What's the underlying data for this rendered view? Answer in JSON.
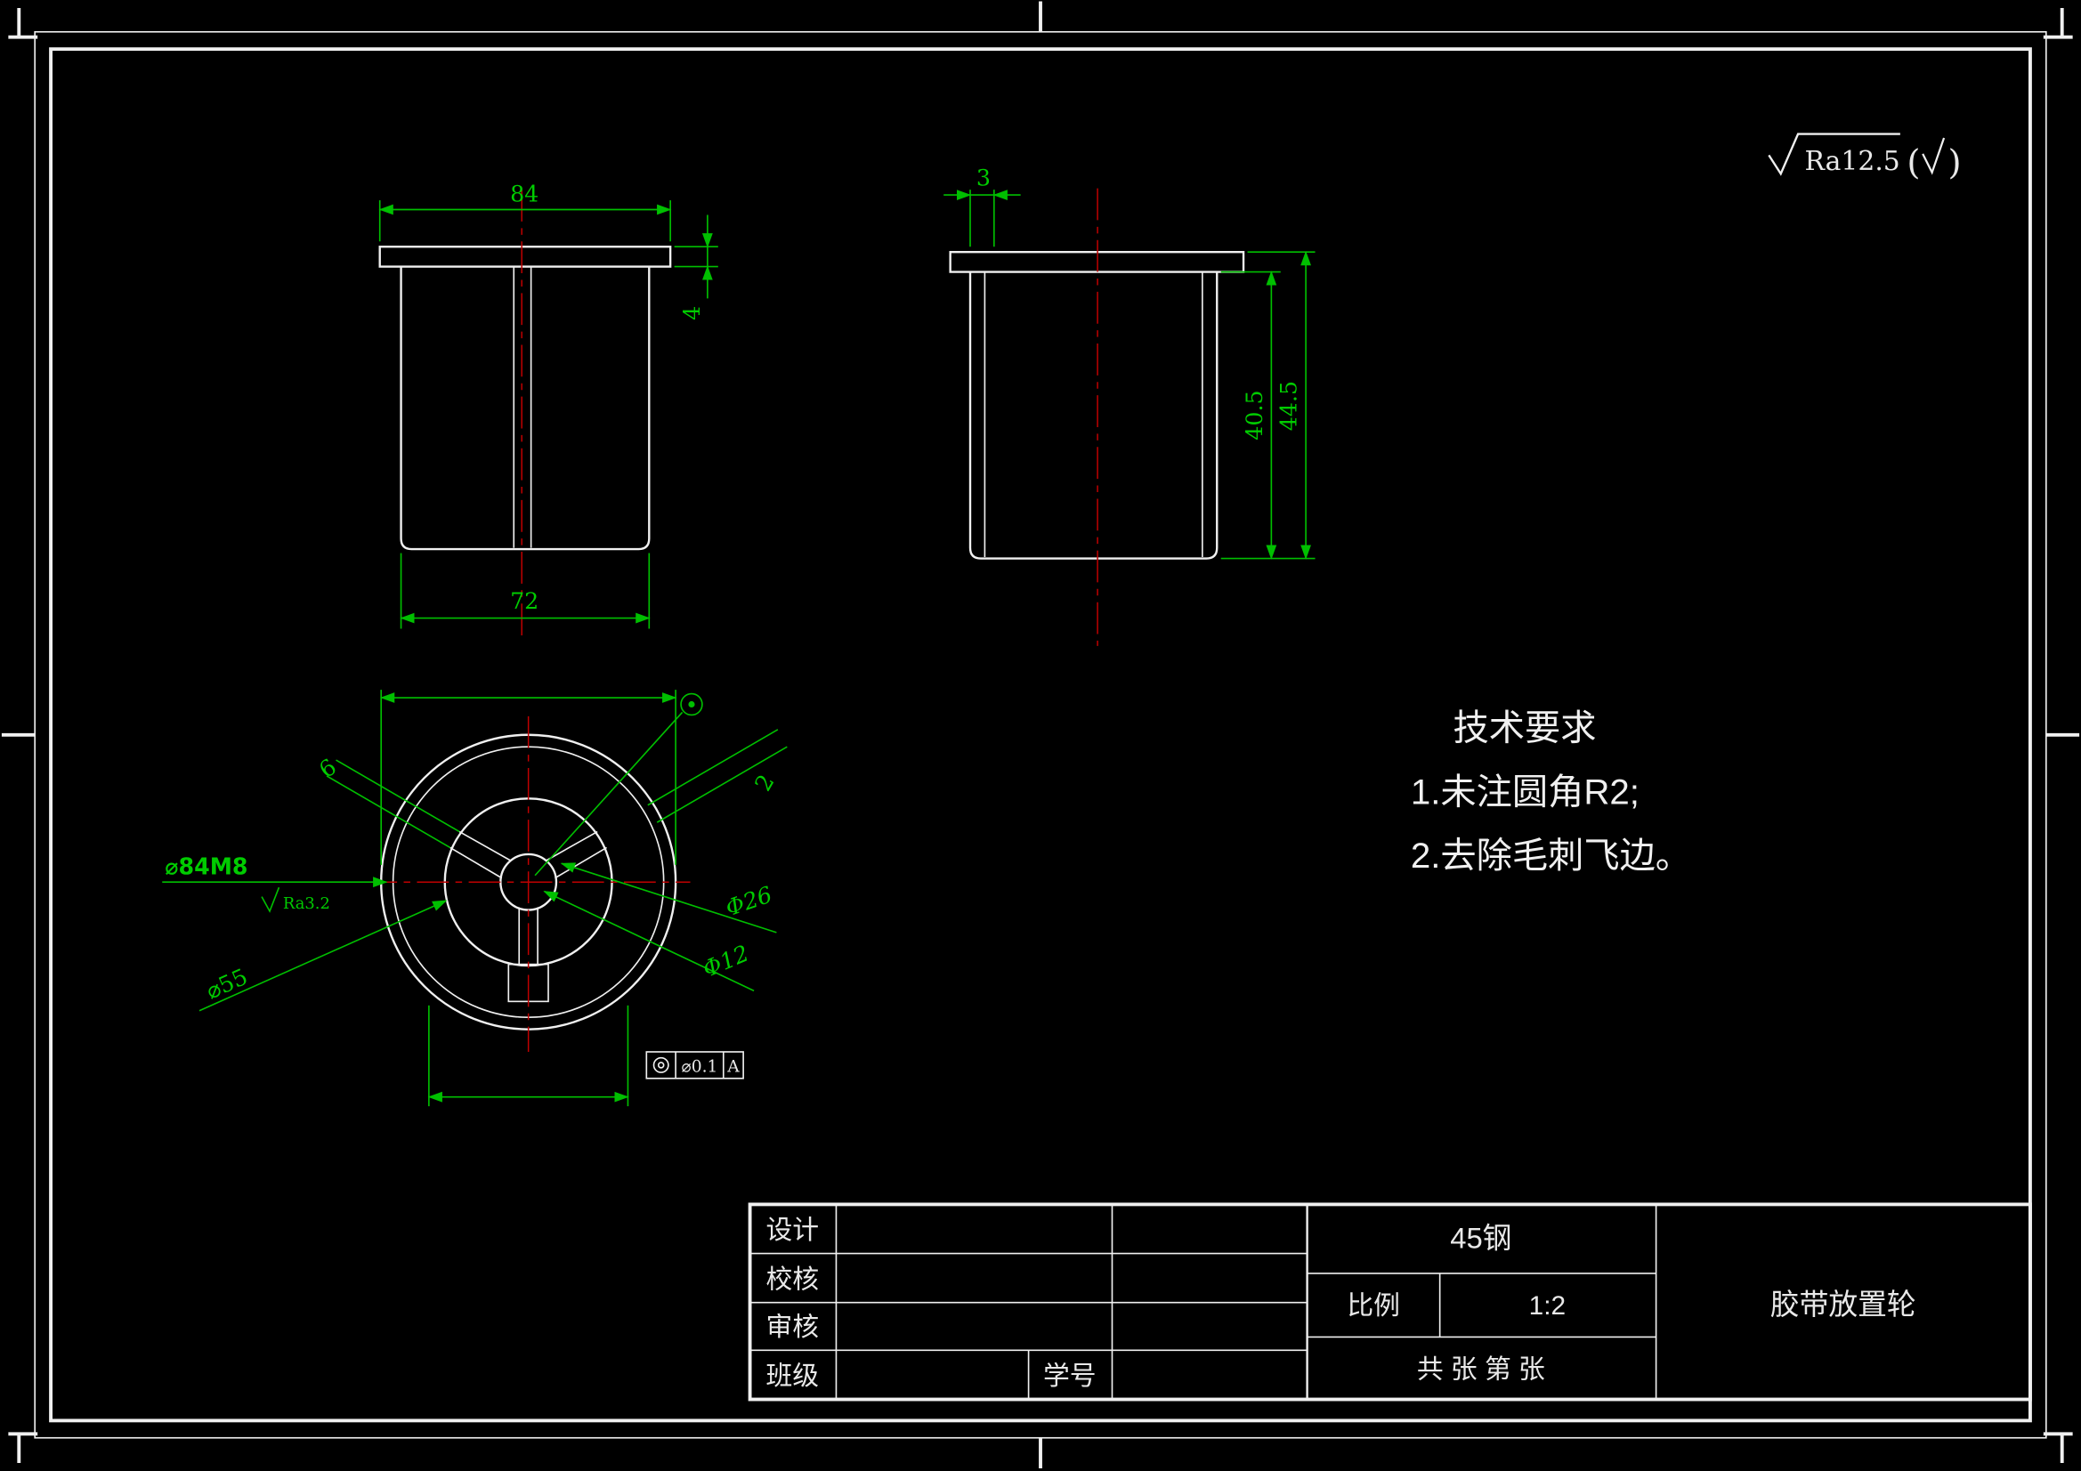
{
  "colors": {
    "background": "#000000",
    "outline": "#f0f0f0",
    "dimension": "#00bf00",
    "centerline": "#c00000"
  },
  "surface_note": {
    "value": "Ra12.5",
    "paren_open": "(",
    "paren_close": ")"
  },
  "front_view": {
    "dim_width_top": "84",
    "dim_flange_thickness": "4",
    "dim_width_bottom": "72"
  },
  "side_view": {
    "dim_offset": "3",
    "dim_inner_height": "40.5",
    "dim_total_height": "44.5"
  },
  "plan_view": {
    "dim_spoke_width": "6",
    "dim_rim_gap": "2",
    "dim_thread": "⌀84M8",
    "dim_surface": "Ra3.2",
    "dim_bolt_circle": "Φ26",
    "dim_center_hole": "Φ12",
    "dim_inner_dia": "⌀55",
    "tolerance_value": "⌀0.1",
    "tolerance_datum": "A"
  },
  "tech_requirements": {
    "title": "技术要求",
    "item_1": "1.未注圆角R2;",
    "item_2": "2.去除毛刺飞边。"
  },
  "title_block": {
    "design_label": "设计",
    "check_label": "校核",
    "review_label": "审核",
    "class_label": "班级",
    "student_id_label": "学号",
    "material": "45钢",
    "scale_label": "比例",
    "scale_value": "1:2",
    "part_name": "胶带放置轮",
    "sheet_note": "共 张 第 张"
  }
}
